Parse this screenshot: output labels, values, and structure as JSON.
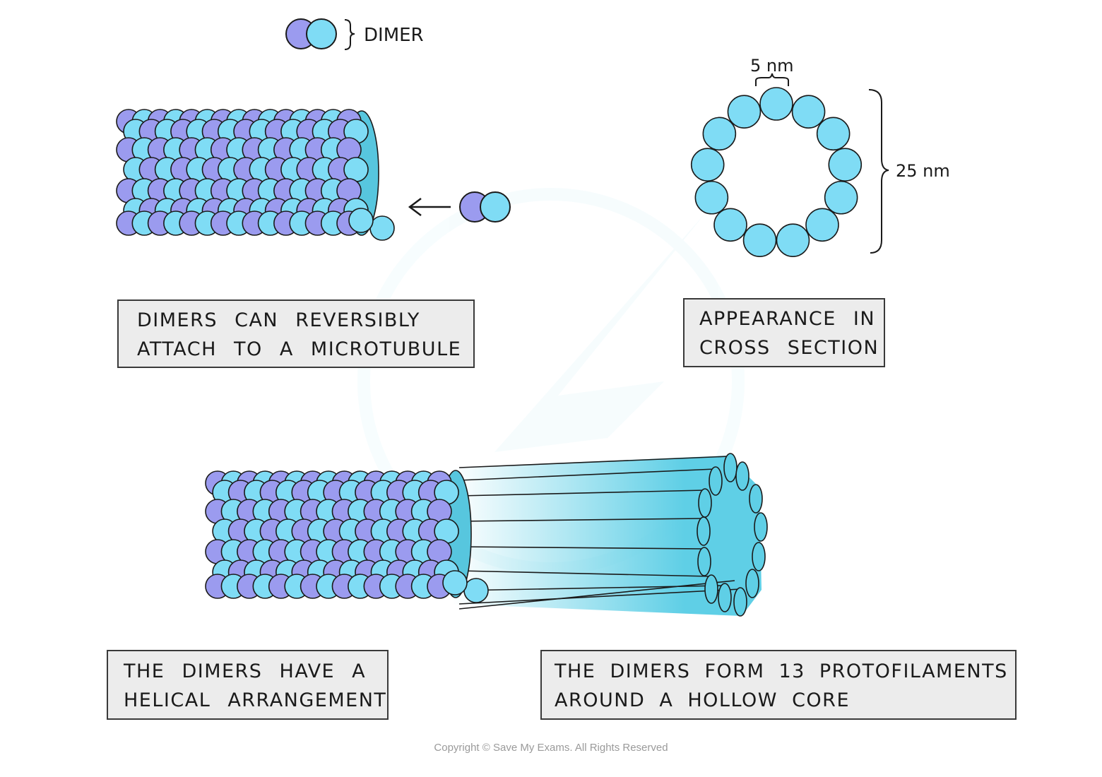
{
  "legend": {
    "dimer_label": "DIMER"
  },
  "cross_section": {
    "width_label": "5 nm",
    "diameter_label": "25 nm",
    "subunit_count": 13
  },
  "captions": {
    "attach": {
      "line1": "DIMERS  CAN  REVERSIBLY",
      "line2": "ATTACH  TO  A  MICROTUBULE"
    },
    "cross_section": {
      "line1": "APPEARANCE  IN",
      "line2": "CROSS  SECTION"
    },
    "helical": {
      "line1": "THE  DIMERS  HAVE  A",
      "line2": "HELICAL  ARRANGEMENT"
    },
    "protofilaments": {
      "line1": "THE  DIMERS  FORM  13  PROTOFILAMENTS",
      "line2": "AROUND  A  HOLLOW  CORE"
    }
  },
  "footer": {
    "copyright": "Copyright © Save My Exams. All Rights Reserved"
  },
  "colors": {
    "alpha_tubulin": "#9b9bef",
    "beta_tubulin": "#7fdcf5",
    "filament": "#5fcfe6",
    "outline": "#1a1a1a",
    "caption_bg": "#ececec"
  }
}
